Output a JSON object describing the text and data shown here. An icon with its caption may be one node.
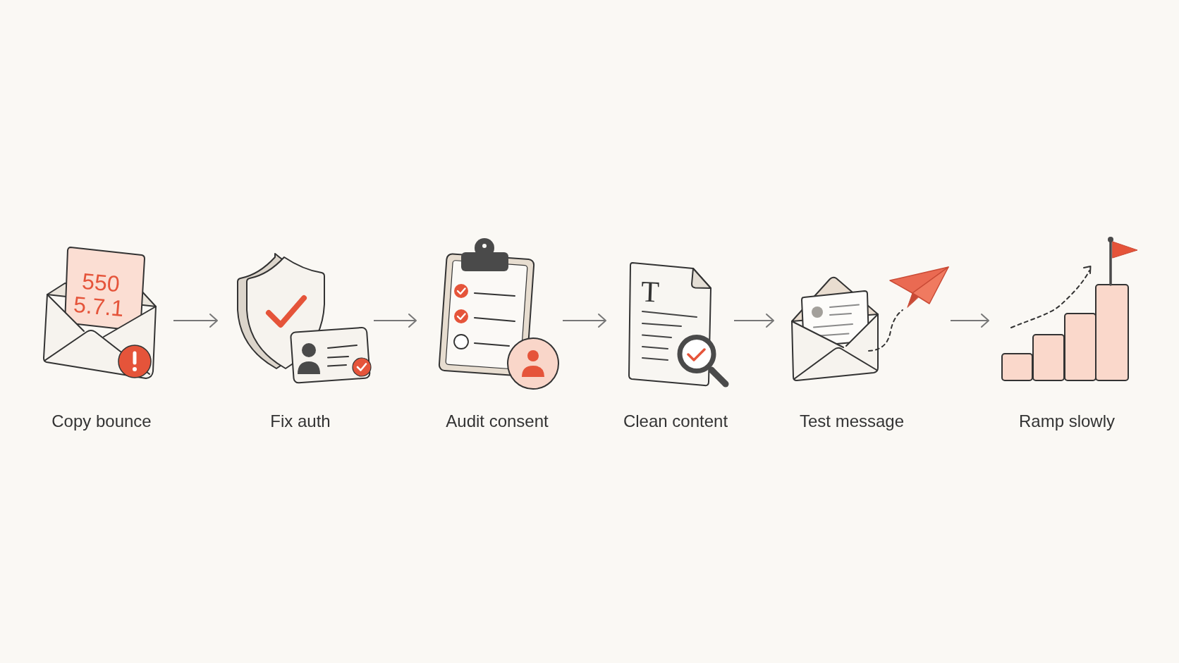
{
  "diagram": {
    "nodes": [
      {
        "text": [
          "Copy bounce"
        ]
      },
      {
        "text": [
          "Fix auth"
        ]
      },
      {
        "text": [
          "Audit consent"
        ]
      },
      {
        "text": [
          "Clean content"
        ]
      },
      {
        "text": [
          "Test message"
        ]
      },
      {
        "text": [
          "Ramp slowly"
        ]
      }
    ],
    "edges": [
      {
        "from": 0,
        "to": 1,
        "arrow": "to"
      },
      {
        "from": 1,
        "to": 2,
        "arrow": "to"
      },
      {
        "from": 2,
        "to": 3,
        "arrow": "to"
      },
      {
        "from": 3,
        "to": 4,
        "arrow": "to"
      },
      {
        "from": 4,
        "to": 5,
        "arrow": "to"
      }
    ],
    "labels": [
      "550",
      "5.7.1",
      "T"
    ]
  }
}
